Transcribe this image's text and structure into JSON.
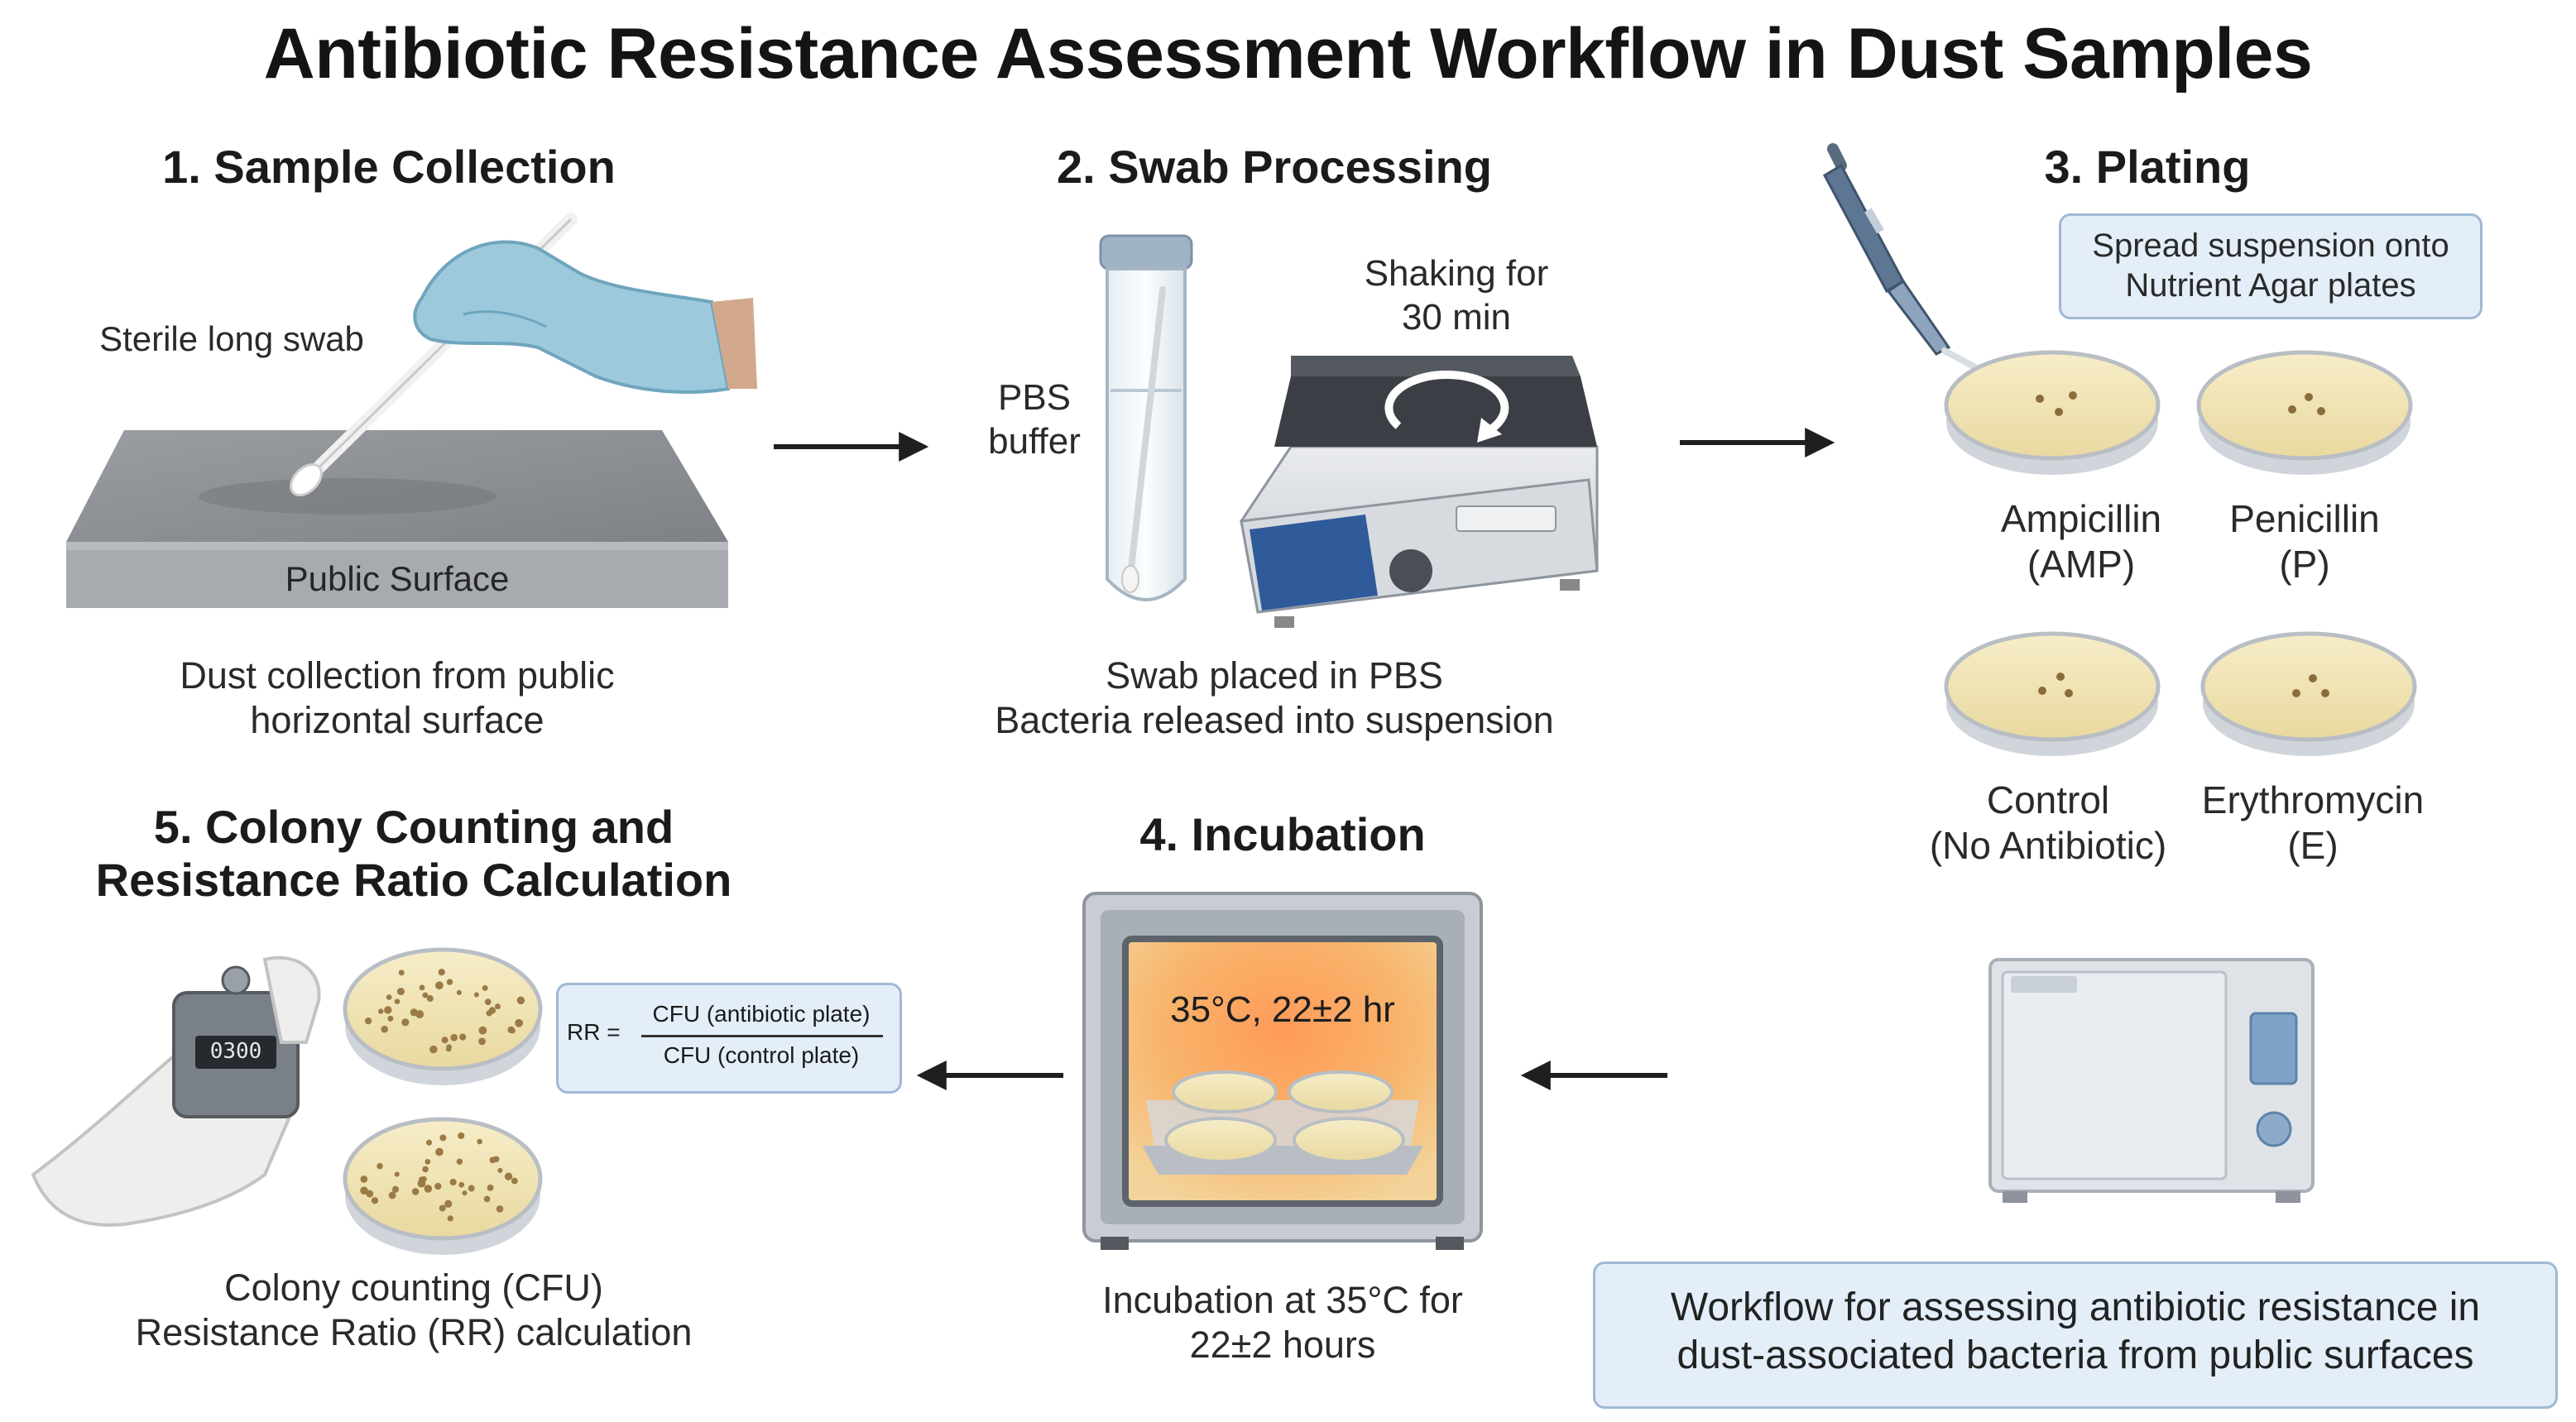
{
  "title": "Antibiotic Resistance Assessment Workflow in Dust Samples",
  "steps": {
    "s1": {
      "title": "1. Sample Collection",
      "swab_label": "Sterile long swab",
      "surface_label": "Public Surface",
      "caption": "Dust collection from public\nhorizontal surface"
    },
    "s2": {
      "title": "2. Swab Processing",
      "buffer_label": "PBS\nbuffer",
      "shaking_label": "Shaking for\n30 min",
      "caption": "Swab placed in PBS\nBacteria released into suspension"
    },
    "s3": {
      "title": "3. Plating",
      "note": "Spread suspension onto\nNutrient Agar plates",
      "plates": [
        "Ampicillin\n(AMP)",
        "Penicillin\n(P)",
        "Control\n(No Antibiotic)",
        "Erythromycin\n(E)"
      ]
    },
    "s4": {
      "title": "4. Incubation",
      "display": "35°C, 22±2 hr",
      "caption": "Incubation at 35°C for\n22±2 hours"
    },
    "s5": {
      "title": "5. Colony Counting and\nResistance Ratio Calculation",
      "formula": {
        "lhs": "RR =",
        "numerator": "CFU (antibiotic plate)",
        "denominator": "CFU (control plate)"
      },
      "counter_display": "0300",
      "caption": "Colony counting (CFU)\nResistance Ratio (RR) calculation"
    }
  },
  "summary": "Workflow for assessing antibiotic resistance in\ndust-associated bacteria from public surfaces",
  "colors": {
    "glove": "#9cc9dc",
    "agar": "#f2e6b8",
    "box_fill": "#e4eef8",
    "box_border": "#9fb8d4",
    "incubator_glow": "#f7b25a",
    "arrow": "#1f1f1f"
  }
}
